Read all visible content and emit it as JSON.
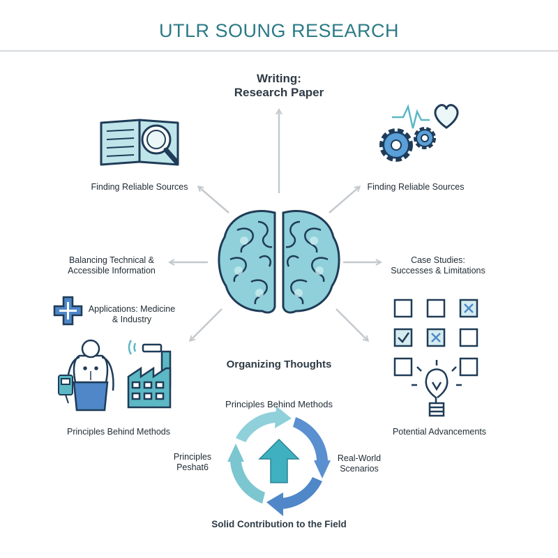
{
  "header": {
    "title": "UTLR SOUNG RESEARCH"
  },
  "diagram": {
    "center_label": "Writing:\nResearch Paper",
    "top_left_label": "Finding Reliable Sources",
    "top_right_label": "Finding Reliable Sources",
    "mid_left_label": "Balancing Technical &\nAccessible Information",
    "mid_right_label": "Case Studies:\nSuccesses & Limitations",
    "applications_label": "Applications: Medicine\n& Industry",
    "organizing_label": "Organizing Thoughts",
    "left_bottom_label": "Principles Behind Methods",
    "right_bottom_label": "Potential Advancements",
    "cycle": {
      "top_label": "Principles Behind Methods",
      "left_label": "Principles\nPeshat6",
      "right_label": "Real-World\nScenarios",
      "bottom_label": "Solid Contribution to the Field"
    }
  },
  "icons": [
    "book-magnifier-icon",
    "gears-heartbeat-icon",
    "brain-icon",
    "medical-cross-icon",
    "human-body-icon",
    "device-icon",
    "factory-icon",
    "checkbox-grid-icon",
    "lightbulb-icon",
    "cycle-arrows-icon"
  ],
  "colors": {
    "title": "#2b7a85",
    "teal": "#5bb8c4",
    "light_teal": "#bfe5ea",
    "navy": "#1f3b57",
    "blue": "#5a8fd0",
    "arrow_gray": "#c4c9ce"
  }
}
